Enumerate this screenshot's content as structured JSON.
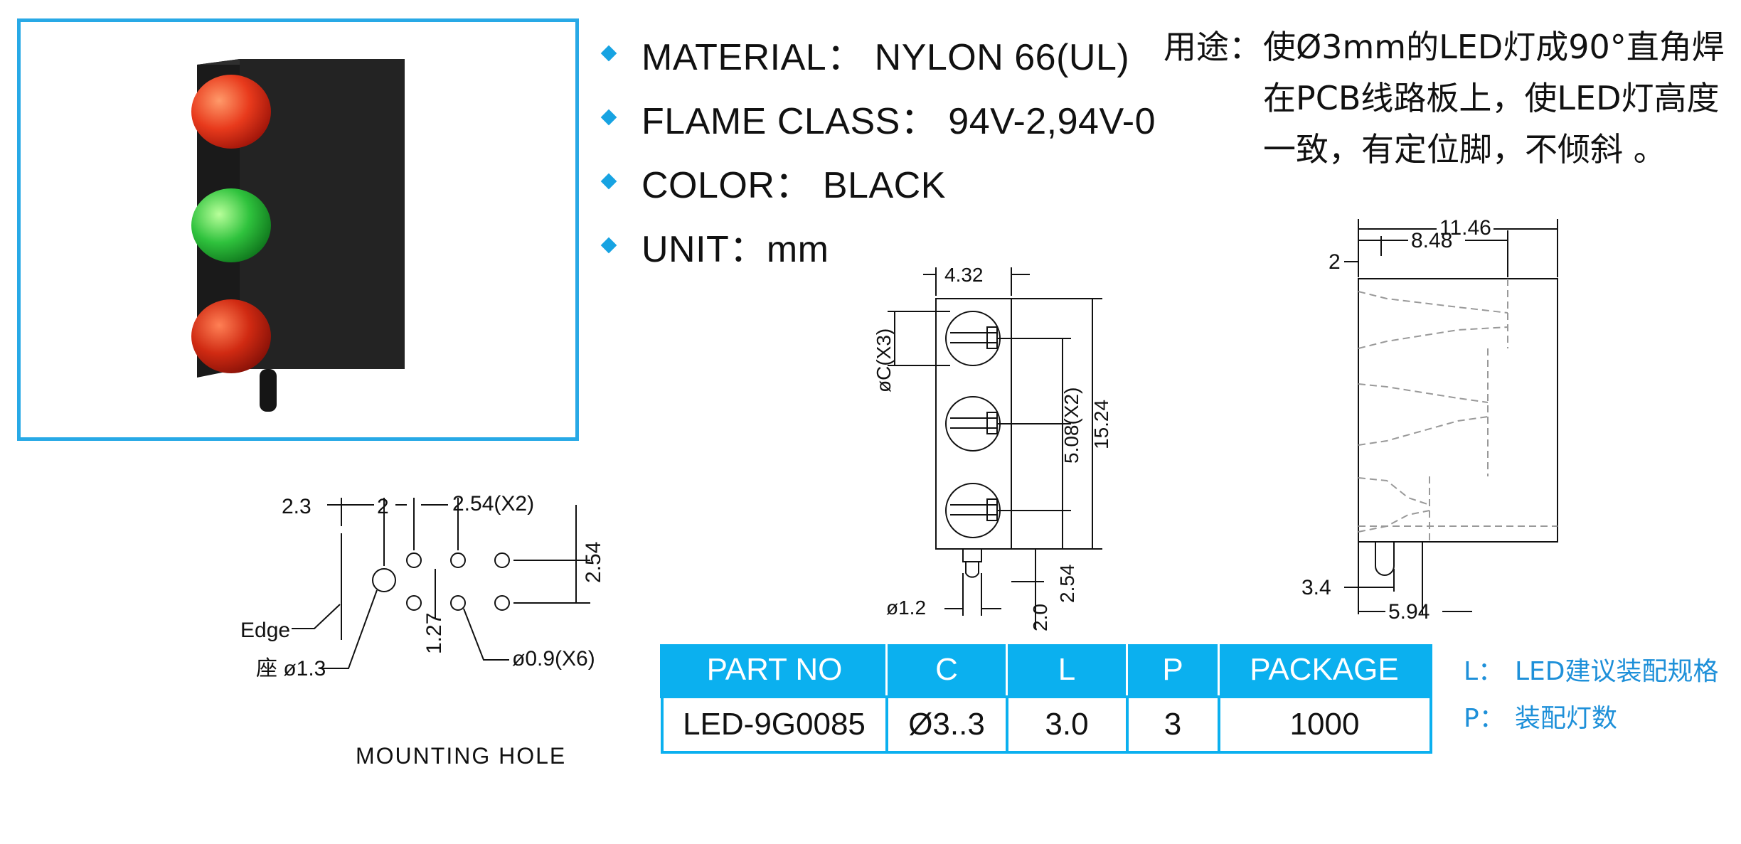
{
  "specs": [
    {
      "text": "MATERIAL： NYLON 66(UL)"
    },
    {
      "text": "FLAME CLASS： 94V-2,94V-0"
    },
    {
      "text": "COLOR： BLACK"
    },
    {
      "text": "UNIT：mm"
    }
  ],
  "usage": {
    "label": "用途：",
    "lines": [
      "使Ø3mm的LED灯成90°直角焊",
      "在PCB线路板上，使LED灯高度",
      "一致，有定位脚，不倾斜 。"
    ]
  },
  "mounting_hole": {
    "title": "MOUNTING  HOLE",
    "dim_2_3": "2.3",
    "dim_2": "2",
    "dim_2_54_x2": "2.54(X2)",
    "dim_2_54": "2.54",
    "dim_1_27": "1.27",
    "edge": "Edge",
    "seat": "座 ø1.3",
    "hole": "ø0.9(X6)"
  },
  "front_view": {
    "width": "4.32",
    "dia_c": "øC(X3)",
    "pitch": "5.08(X2)",
    "height": "15.24",
    "pin_dia": "ø1.2",
    "pin_len": "2.0",
    "pin_offset": "2.54"
  },
  "side_view": {
    "total": "11.46",
    "inner": "8.48",
    "small": "2",
    "pin_offset": "3.4",
    "pin_pos": "5.94"
  },
  "table": {
    "headers": [
      "PART NO",
      "C",
      "L",
      "P",
      "PACKAGE"
    ],
    "row": [
      "LED-9G0085",
      "Ø3..3",
      "3.0",
      "3",
      "1000"
    ]
  },
  "legend": [
    {
      "key": "L：",
      "value": "LED建议装配规格"
    },
    {
      "key": "P：",
      "value": "装配灯数"
    }
  ],
  "colors": {
    "accent": "#0bb0ef",
    "border": "#28a9e6",
    "bullet": "#17a3e2",
    "legend_text": "#1e90d9"
  }
}
